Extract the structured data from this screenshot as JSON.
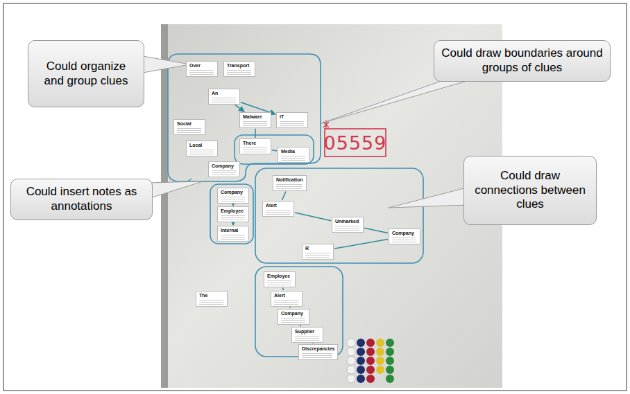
{
  "diagram": {
    "nodes": [
      {
        "text": [
          "Could organize and group clues"
        ]
      },
      {
        "text": [
          "Could draw boundaries around groups of clues"
        ]
      },
      {
        "text": [
          "Could insert notes as annotations"
        ]
      },
      {
        "text": [
          "Could draw connections between clues"
        ]
      },
      {
        "text": [
          "Over"
        ]
      },
      {
        "text": [
          "Transport"
        ]
      },
      {
        "text": [
          "An"
        ]
      },
      {
        "text": [
          "Social"
        ]
      },
      {
        "text": [
          "Malware"
        ]
      },
      {
        "text": [
          "IT"
        ]
      },
      {
        "text": [
          "Local"
        ]
      },
      {
        "text": [
          "There"
        ]
      },
      {
        "text": [
          "Media"
        ]
      },
      {
        "text": [
          "Company"
        ]
      },
      {
        "text": [
          "Company"
        ]
      },
      {
        "text": [
          "Employee"
        ]
      },
      {
        "text": [
          "Internal"
        ]
      },
      {
        "text": [
          "Notification"
        ]
      },
      {
        "text": [
          "Alert"
        ]
      },
      {
        "text": [
          "Unmarked"
        ]
      },
      {
        "text": [
          "Company"
        ]
      },
      {
        "text": [
          "R"
        ]
      },
      {
        "text": [
          "The"
        ]
      },
      {
        "text": [
          "Employee"
        ]
      },
      {
        "text": [
          "Alert"
        ]
      },
      {
        "text": [
          "Company"
        ]
      },
      {
        "text": [
          "Supplier"
        ]
      },
      {
        "text": [
          "Discrepancies"
        ]
      }
    ],
    "edges": [
      {
        "from": 6,
        "to": 8,
        "arrow": "to"
      },
      {
        "from": 6,
        "to": 9,
        "arrow": "to"
      },
      {
        "from": 8,
        "to": 11,
        "arrow": "none"
      },
      {
        "from": 11,
        "to": 12,
        "arrow": "none"
      },
      {
        "from": 14,
        "to": 15,
        "arrow": "to"
      },
      {
        "from": 15,
        "to": 16,
        "arrow": "to"
      },
      {
        "from": 17,
        "to": 18,
        "arrow": "none"
      },
      {
        "from": 18,
        "to": 19,
        "arrow": "none"
      },
      {
        "from": 19,
        "to": 20,
        "arrow": "none"
      },
      {
        "from": 21,
        "to": 20,
        "arrow": "none"
      },
      {
        "from": 23,
        "to": 24,
        "arrow": "none"
      },
      {
        "from": 24,
        "to": 25,
        "arrow": "none"
      },
      {
        "from": 25,
        "to": 26,
        "arrow": "none"
      },
      {
        "from": 26,
        "to": 27,
        "arrow": "none"
      }
    ],
    "labels": [
      "05559"
    ]
  }
}
